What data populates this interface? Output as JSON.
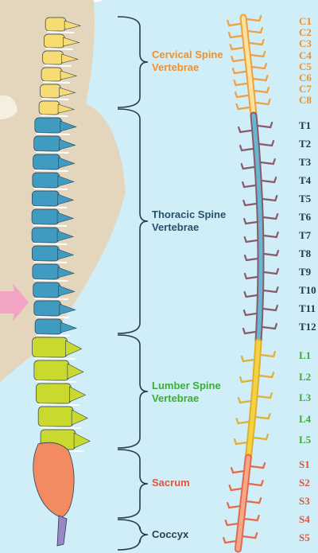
{
  "regions": {
    "cervical": {
      "label": "Cervical Spine\nVertebrae",
      "color": "#f0912c"
    },
    "thoracic": {
      "label": "Thoracic Spine\nVertebrae",
      "color": "#27506b"
    },
    "lumbar": {
      "label": "Lumber Spine\nVertebrae",
      "color": "#3eab3a"
    },
    "sacrum": {
      "label": "Sacrum",
      "color": "#e0553a"
    },
    "coccyx": {
      "label": "Coccyx",
      "color": "#2b3d52"
    }
  },
  "vertebrae": {
    "cervical": [
      "C1",
      "C2",
      "C3",
      "C4",
      "C5",
      "C6",
      "C7",
      "C8"
    ],
    "thoracic": [
      "T1",
      "T2",
      "T3",
      "T4",
      "T5",
      "T6",
      "T7",
      "T8",
      "T9",
      "T10",
      "T11",
      "T12"
    ],
    "lumbar": [
      "L1",
      "L2",
      "L3",
      "L4",
      "L5"
    ],
    "sacral": [
      "S1",
      "S2",
      "S3",
      "S4",
      "S5"
    ]
  },
  "colors": {
    "background_blue": "#cfeef7",
    "torso_beige": "#e3d6bd",
    "cervical_yellow": "#f6dc72",
    "thoracic_blue": "#3f9bbf",
    "lumbar_green": "#c9d92d",
    "sacrum_orange": "#f28b62",
    "coccyx_purple": "#9a86c4",
    "bracket_navy": "#243a52",
    "arrow_pink": "#f3a3c4"
  }
}
